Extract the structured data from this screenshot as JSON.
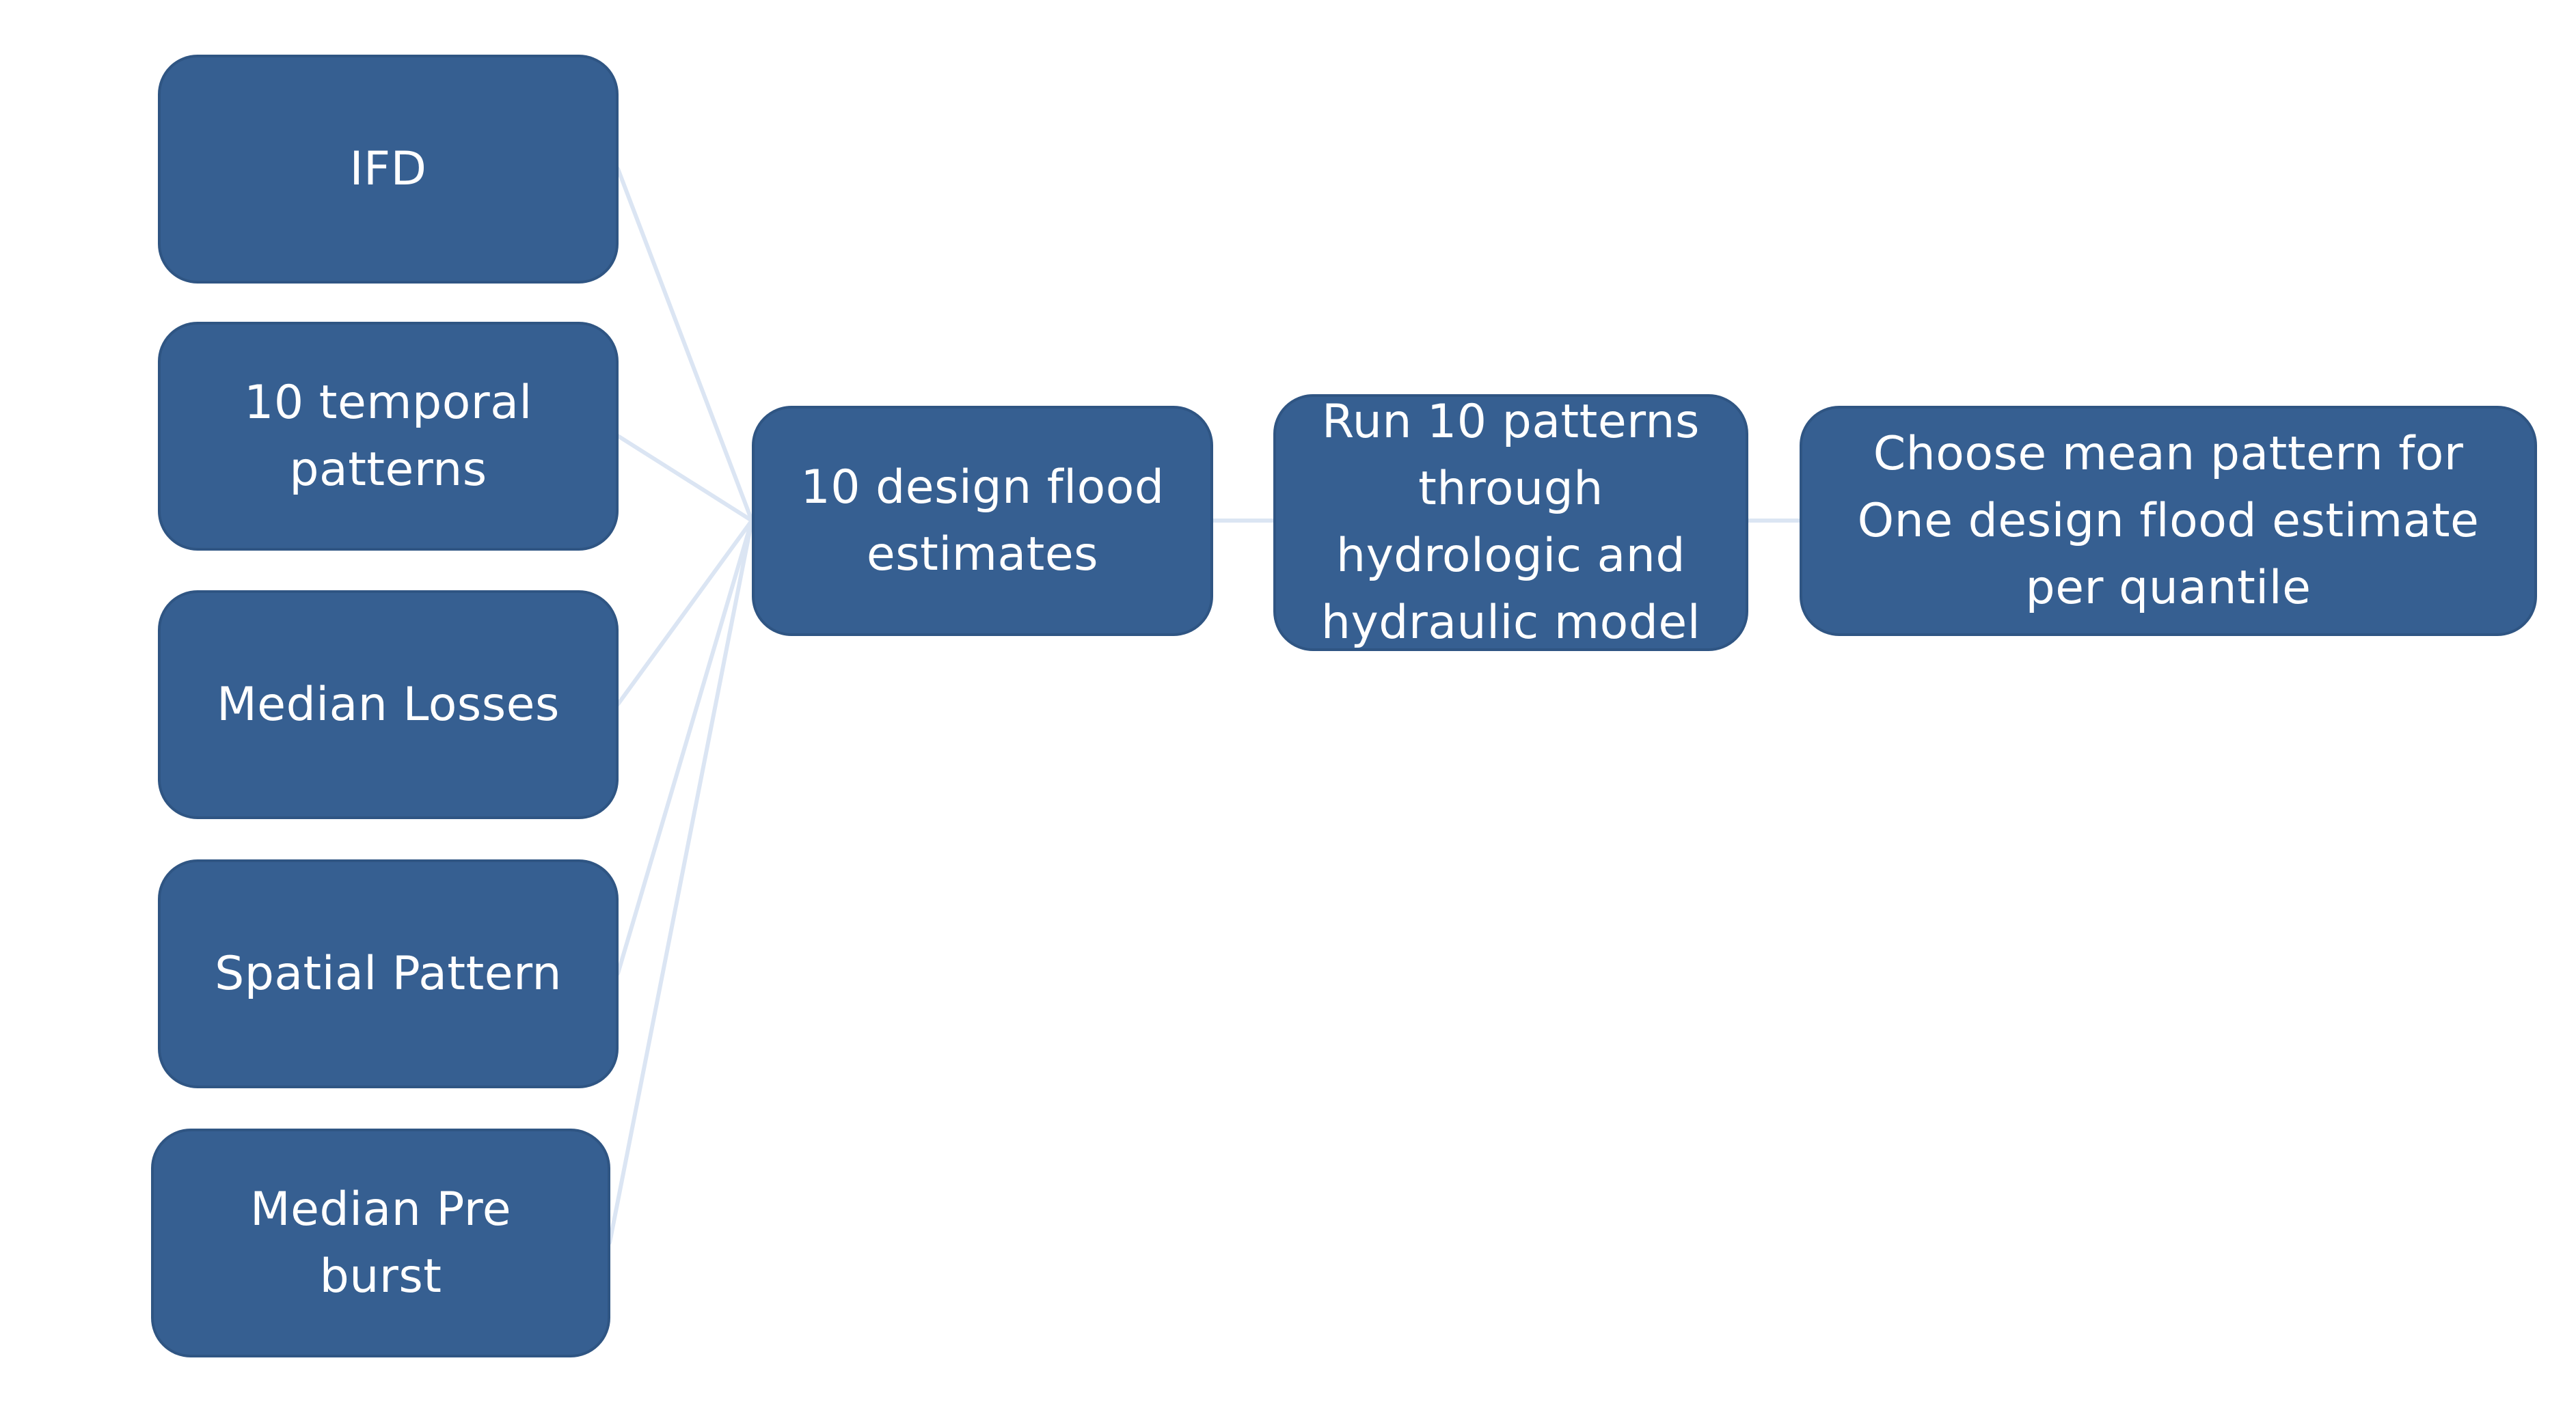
{
  "diagram": {
    "type": "flowchart",
    "colors": {
      "node_fill": "#365f91",
      "node_text": "#ffffff",
      "connector": "#dbe5f3",
      "background": "#ffffff"
    },
    "nodes": {
      "ifd": "IFD",
      "temporal_patterns": "10 temporal\npatterns",
      "median_losses": "Median Losses",
      "spatial_pattern": "Spatial Pattern",
      "median_pre_burst": "Median Pre\nburst",
      "design_flood_estimates": "10 design flood\nestimates",
      "run_patterns": "Run 10 patterns\nthrough\nhydrologic and\nhydraulic model",
      "choose_mean_pattern": "Choose mean pattern for\nOne design flood estimate\nper quantile"
    },
    "edges": [
      [
        "ifd",
        "design_flood_estimates"
      ],
      [
        "temporal_patterns",
        "design_flood_estimates"
      ],
      [
        "median_losses",
        "design_flood_estimates"
      ],
      [
        "spatial_pattern",
        "design_flood_estimates"
      ],
      [
        "median_pre_burst",
        "design_flood_estimates"
      ],
      [
        "design_flood_estimates",
        "run_patterns"
      ],
      [
        "run_patterns",
        "choose_mean_pattern"
      ]
    ]
  }
}
